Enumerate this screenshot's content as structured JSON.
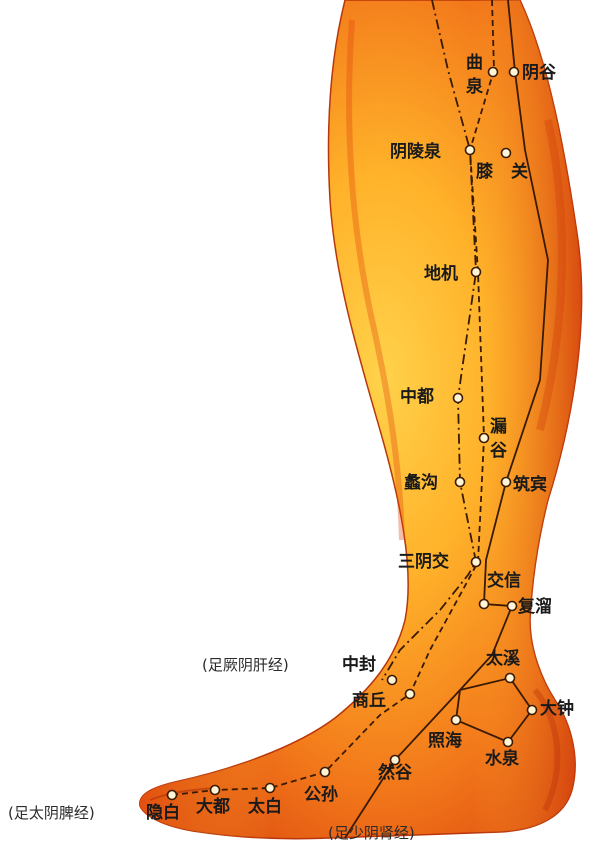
{
  "meridians": [
    {
      "id": "liver",
      "label": "(足厥阴肝经)"
    },
    {
      "id": "spleen",
      "label": "(足太阴脾经)"
    },
    {
      "id": "kidney",
      "label": "(足少阴肾经)"
    }
  ],
  "points": [
    {
      "id": "ququan-1",
      "label": "曲"
    },
    {
      "id": "ququan-2",
      "label": "泉"
    },
    {
      "id": "yingu",
      "label": "阴谷"
    },
    {
      "id": "yinlingquan",
      "label": "阴陵泉"
    },
    {
      "id": "xiguan-1",
      "label": "膝"
    },
    {
      "id": "xiguan-2",
      "label": "关"
    },
    {
      "id": "diji",
      "label": "地机"
    },
    {
      "id": "zhongdu",
      "label": "中都"
    },
    {
      "id": "lougu-1",
      "label": "漏"
    },
    {
      "id": "lougu-2",
      "label": "谷"
    },
    {
      "id": "ligou",
      "label": "蠡沟"
    },
    {
      "id": "zhubin",
      "label": "筑宾"
    },
    {
      "id": "sanyinjiao",
      "label": "三阴交"
    },
    {
      "id": "jiaoxin",
      "label": "交信"
    },
    {
      "id": "fuliu",
      "label": "复溜"
    },
    {
      "id": "zhongfeng",
      "label": "中封"
    },
    {
      "id": "taixi",
      "label": "太溪"
    },
    {
      "id": "shangqiu",
      "label": "商丘"
    },
    {
      "id": "dazhong",
      "label": "大钟"
    },
    {
      "id": "zhaohai",
      "label": "照海"
    },
    {
      "id": "shuiquan",
      "label": "水泉"
    },
    {
      "id": "rangu",
      "label": "然谷"
    },
    {
      "id": "gongsun",
      "label": "公孙"
    },
    {
      "id": "yinbai",
      "label": "隐白"
    },
    {
      "id": "dadu",
      "label": "大都"
    },
    {
      "id": "taibai",
      "label": "太白"
    }
  ]
}
